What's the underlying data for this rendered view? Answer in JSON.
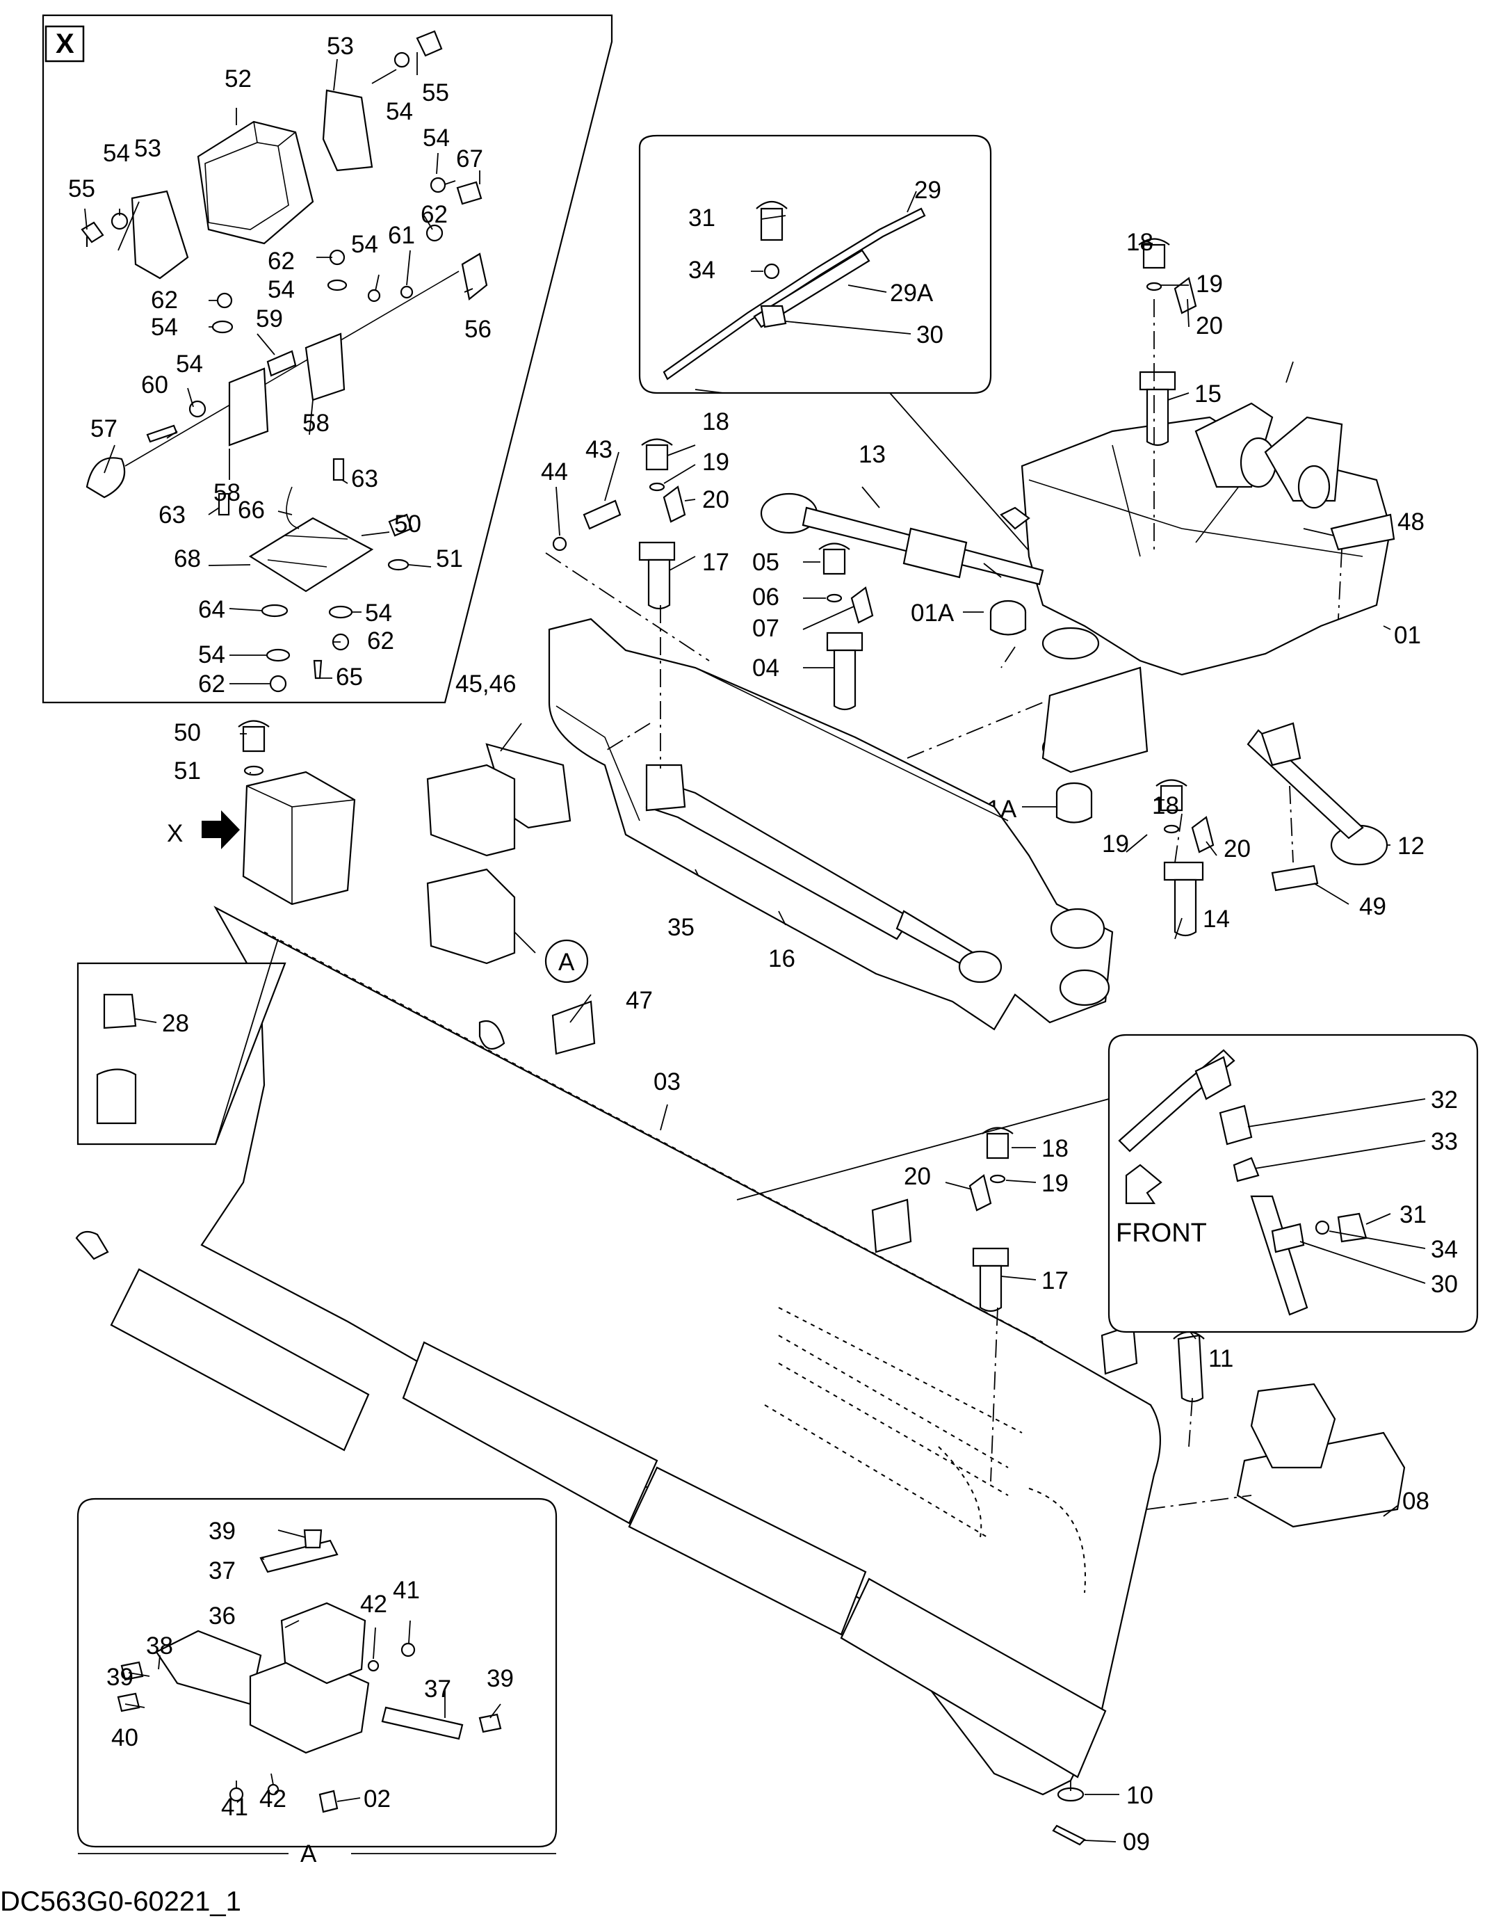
{
  "drawing": {
    "doc_code": "DC563G0-60221_1",
    "detail_x_tag": "X",
    "detail_a_tag": "A",
    "front_label": "FRONT",
    "view_arrow_x": "X",
    "detail_ref_a": "A",
    "callouts": {
      "01": "01",
      "01A": "01A",
      "02": "02",
      "03": "03",
      "04": "04",
      "05": "05",
      "06": "06",
      "07": "07",
      "08": "08",
      "09": "09",
      "10": "10",
      "11": "11",
      "12": "12",
      "13": "13",
      "14": "14",
      "15": "15",
      "16": "16",
      "17": "17",
      "18": "18",
      "19": "19",
      "20": "20",
      "28": "28",
      "29": "29",
      "29A": "29A",
      "30": "30",
      "31": "31",
      "32": "32",
      "33": "33",
      "34": "34",
      "35": "35",
      "36": "36",
      "37": "37",
      "38": "38",
      "39": "39",
      "40": "40",
      "41": "41",
      "42": "42",
      "43": "43",
      "44": "44",
      "4546": "45,46",
      "47": "47",
      "48": "48",
      "49": "49",
      "50": "50",
      "51": "51",
      "52": "52",
      "53": "53",
      "54": "54",
      "55": "55",
      "56": "56",
      "57": "57",
      "58": "58",
      "59": "59",
      "60": "60",
      "61": "61",
      "62": "62",
      "63": "63",
      "64": "64",
      "65": "65",
      "66": "66",
      "67": "67",
      "68": "68"
    }
  }
}
